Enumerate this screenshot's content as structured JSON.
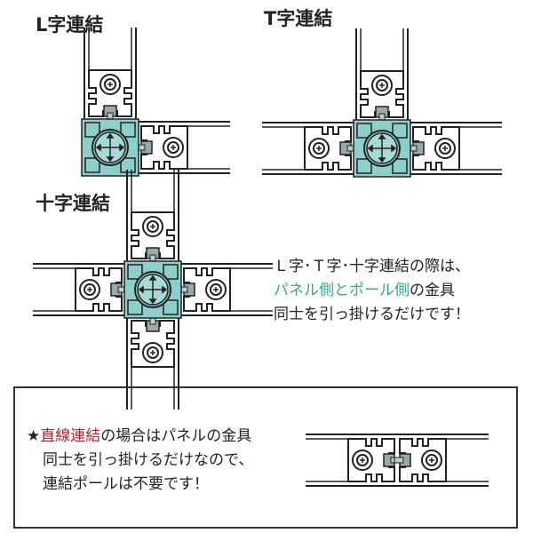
{
  "titles": {
    "l": "L字連結",
    "t": "T字連結",
    "cross": "十字連結"
  },
  "note": {
    "line1": "Ｌ字･Ｔ字･十字連結の際は、",
    "line2_teal": "パネル側とポール側",
    "line2_rest": "の金具",
    "line3": "同士を引っ掛けるだけです！"
  },
  "straight_note": {
    "star": "★",
    "line1_red": "直線連結",
    "line1_rest": "の場合はパネルの金具",
    "line2": "同士を引っ掛けるだけなので、",
    "line3": "連結ポールは不要です！"
  },
  "colors": {
    "pole": "#8fcfcb",
    "accent_text": "#3ba39a",
    "highlight_red": "#b3202f"
  }
}
